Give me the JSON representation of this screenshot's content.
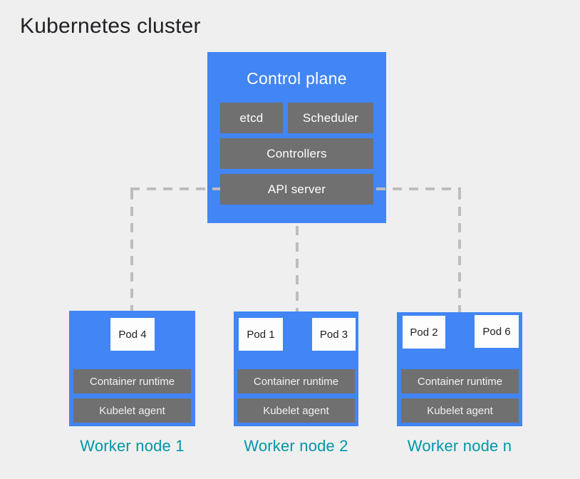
{
  "diagram": {
    "title": "Kubernetes cluster"
  },
  "control_plane": {
    "title": "Control plane",
    "components": [
      "etcd",
      "Scheduler",
      "Controllers",
      "API server"
    ]
  },
  "worker_nodes": [
    {
      "label": "Worker node 1",
      "pods": [
        "Pod 4"
      ],
      "components": [
        "Container runtime",
        "Kubelet agent"
      ]
    },
    {
      "label": "Worker node 2",
      "pods": [
        "Pod 1",
        "Pod 3"
      ],
      "components": [
        "Container runtime",
        "Kubelet agent"
      ]
    },
    {
      "label": "Worker node n",
      "pods": [
        "Pod 2",
        "Pod 6"
      ],
      "components": [
        "Container runtime",
        "Kubelet agent"
      ]
    }
  ],
  "colors": {
    "background": "#efefef",
    "node_blue": "#4285f4",
    "component_gray": "#707070",
    "pod_white": "#fdfdfd",
    "connector_dash": "#bdbdbd",
    "worker_label_teal": "#0097a7",
    "title_text": "#202124",
    "light_text": "#ffffff"
  }
}
